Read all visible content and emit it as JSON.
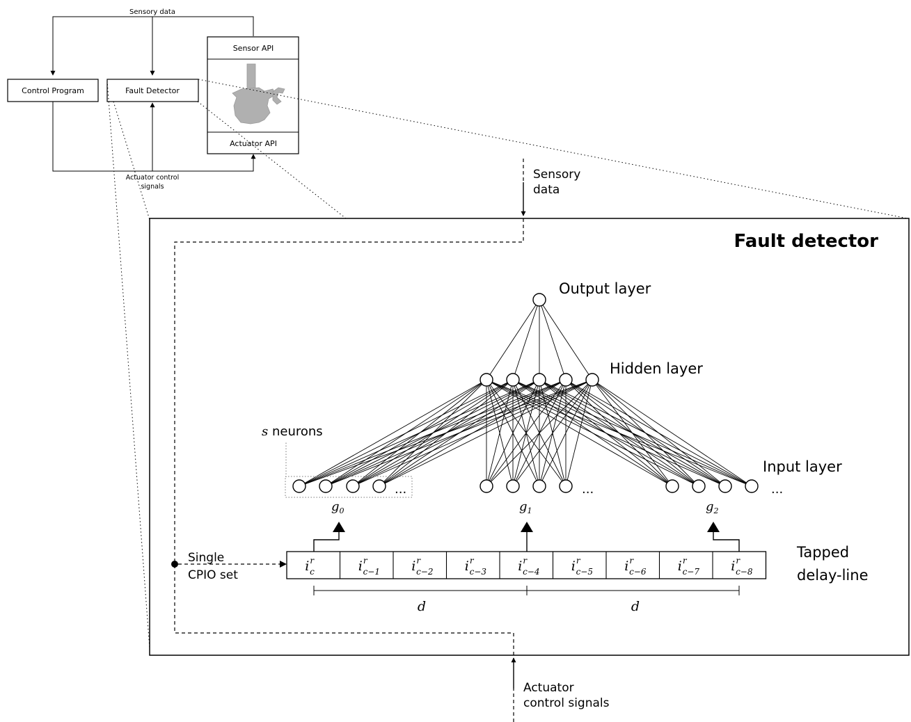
{
  "top_diagram": {
    "sensory_data_label": "Sensory data",
    "control_program_label": "Control Program",
    "fault_detector_label": "Fault Detector",
    "sensor_api_label": "Sensor API",
    "actuator_api_label": "Actuator API",
    "actuator_signals_line1": "Actuator control",
    "actuator_signals_line2": "signals",
    "robot_icon": "robot-icon",
    "robot_color": "#b0b0b0"
  },
  "detector": {
    "title": "Fault detector",
    "sensory_in_line1": "Sensory",
    "sensory_in_line2": "data",
    "actuator_in_line1": "Actuator",
    "actuator_in_line2": "control signals",
    "output_layer_label": "Output layer",
    "hidden_layer_label": "Hidden layer",
    "input_layer_label": "Input layer",
    "s_neurons_var": "s",
    "s_neurons_label": " neurons",
    "ellipsis": "...",
    "group_labels": [
      {
        "base": "g",
        "sub": "0"
      },
      {
        "base": "g",
        "sub": "1"
      },
      {
        "base": "g",
        "sub": "2"
      }
    ],
    "single_cpio_line1": "Single",
    "single_cpio_line2": "CPIO set",
    "tapped_line1": "Tapped",
    "tapped_line2": "delay-line",
    "delay_cells": [
      {
        "sub": "c"
      },
      {
        "sub": "c−1"
      },
      {
        "sub": "c−2"
      },
      {
        "sub": "c−3"
      },
      {
        "sub": "c−4"
      },
      {
        "sub": "c−5"
      },
      {
        "sub": "c−6"
      },
      {
        "sub": "c−7"
      },
      {
        "sub": "c−8"
      }
    ],
    "cell_base": "i",
    "cell_sup": "r",
    "distance_label": "d"
  }
}
